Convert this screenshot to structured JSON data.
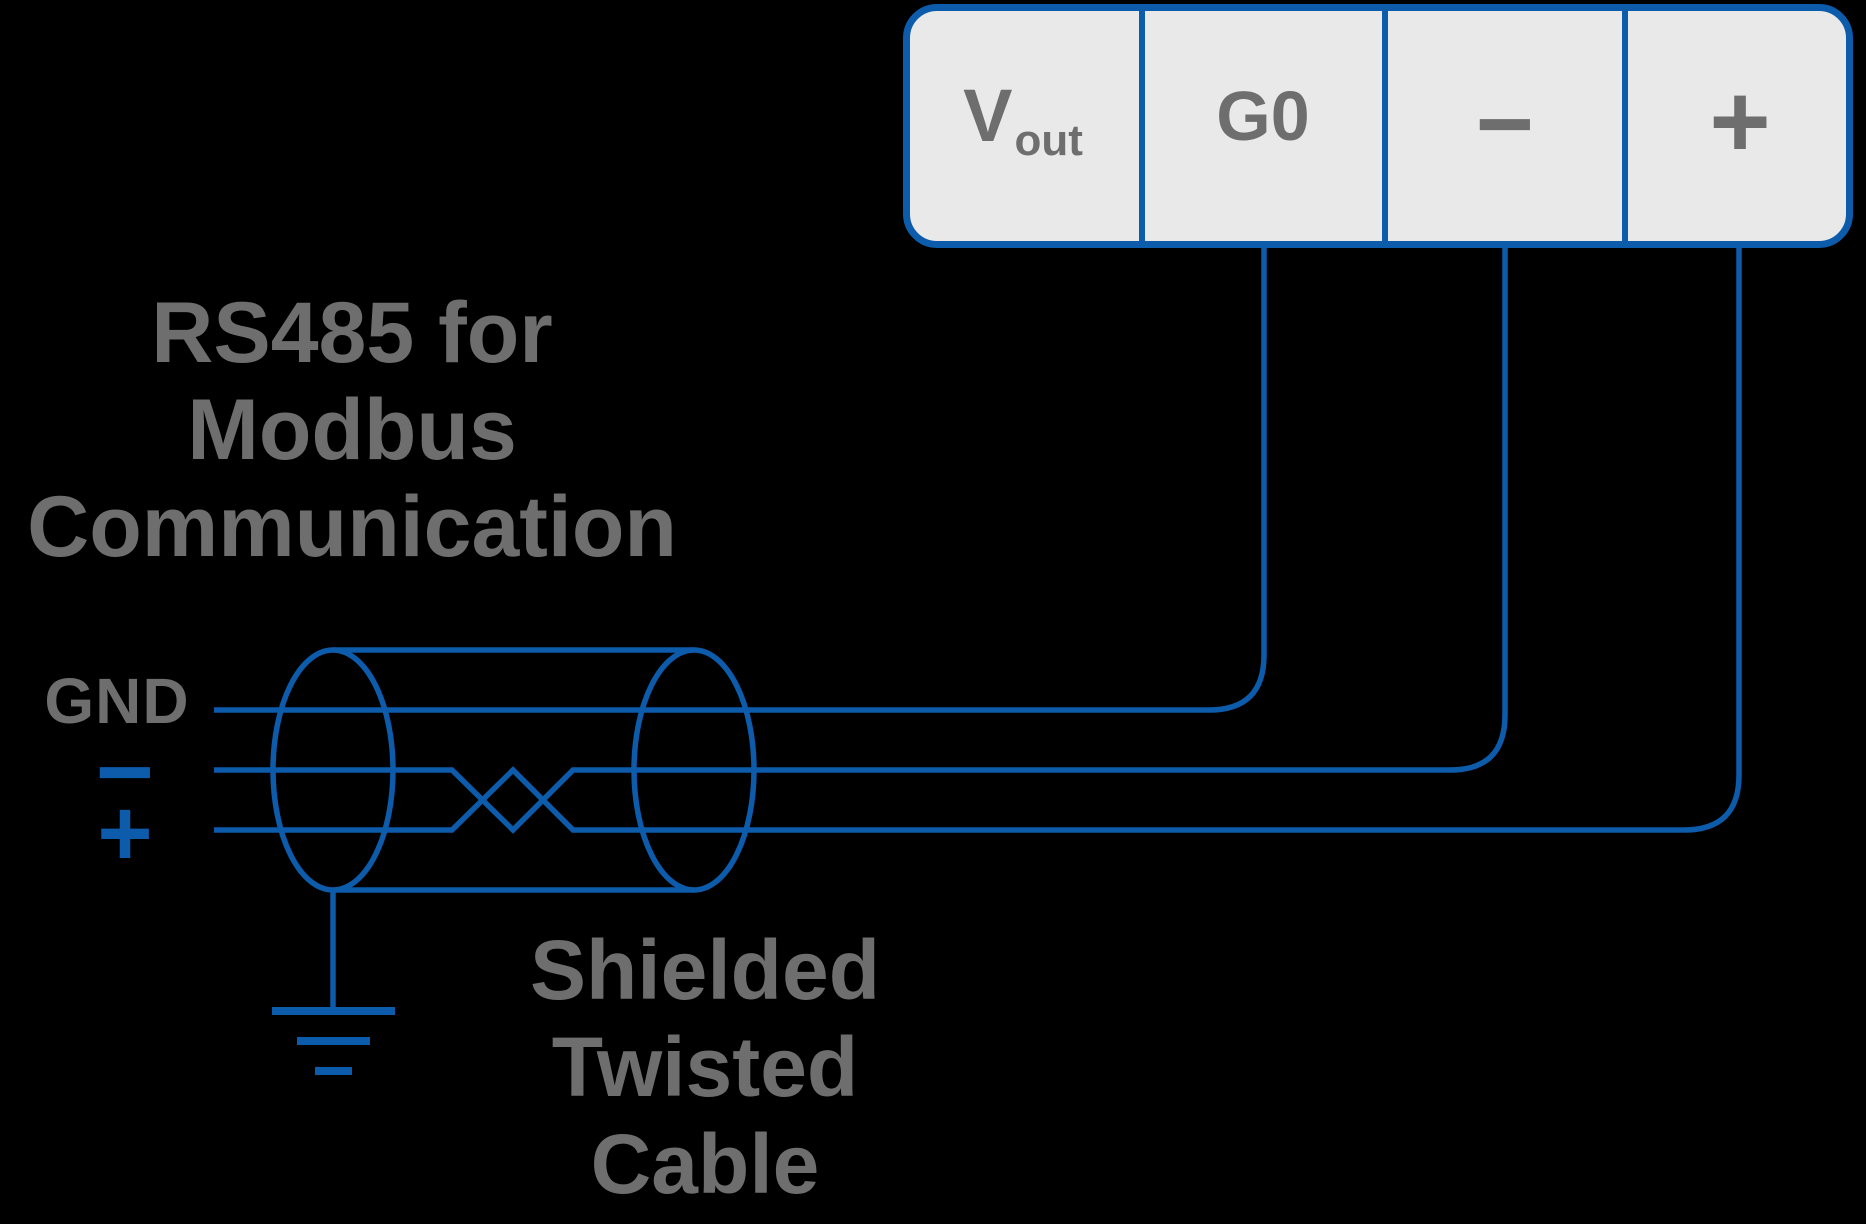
{
  "colors": {
    "wire_blue": "#0d5bab",
    "text_gray": "#6e6e6e",
    "terminal_fill": "#e9e9e9",
    "background": "#000000"
  },
  "terminal_block": {
    "cells": [
      {
        "label_main": "V",
        "label_sub": "out"
      },
      {
        "label": "G0"
      },
      {
        "label": "−"
      },
      {
        "label": "+"
      }
    ]
  },
  "cable_inputs": {
    "gnd": "GND",
    "minus": "−",
    "plus": "+"
  },
  "annotations": {
    "rs485": {
      "lines": [
        "RS485 for",
        "Modbus",
        "Communication"
      ]
    },
    "cable": {
      "lines": [
        "Shielded",
        "Twisted",
        "Cable"
      ]
    }
  }
}
